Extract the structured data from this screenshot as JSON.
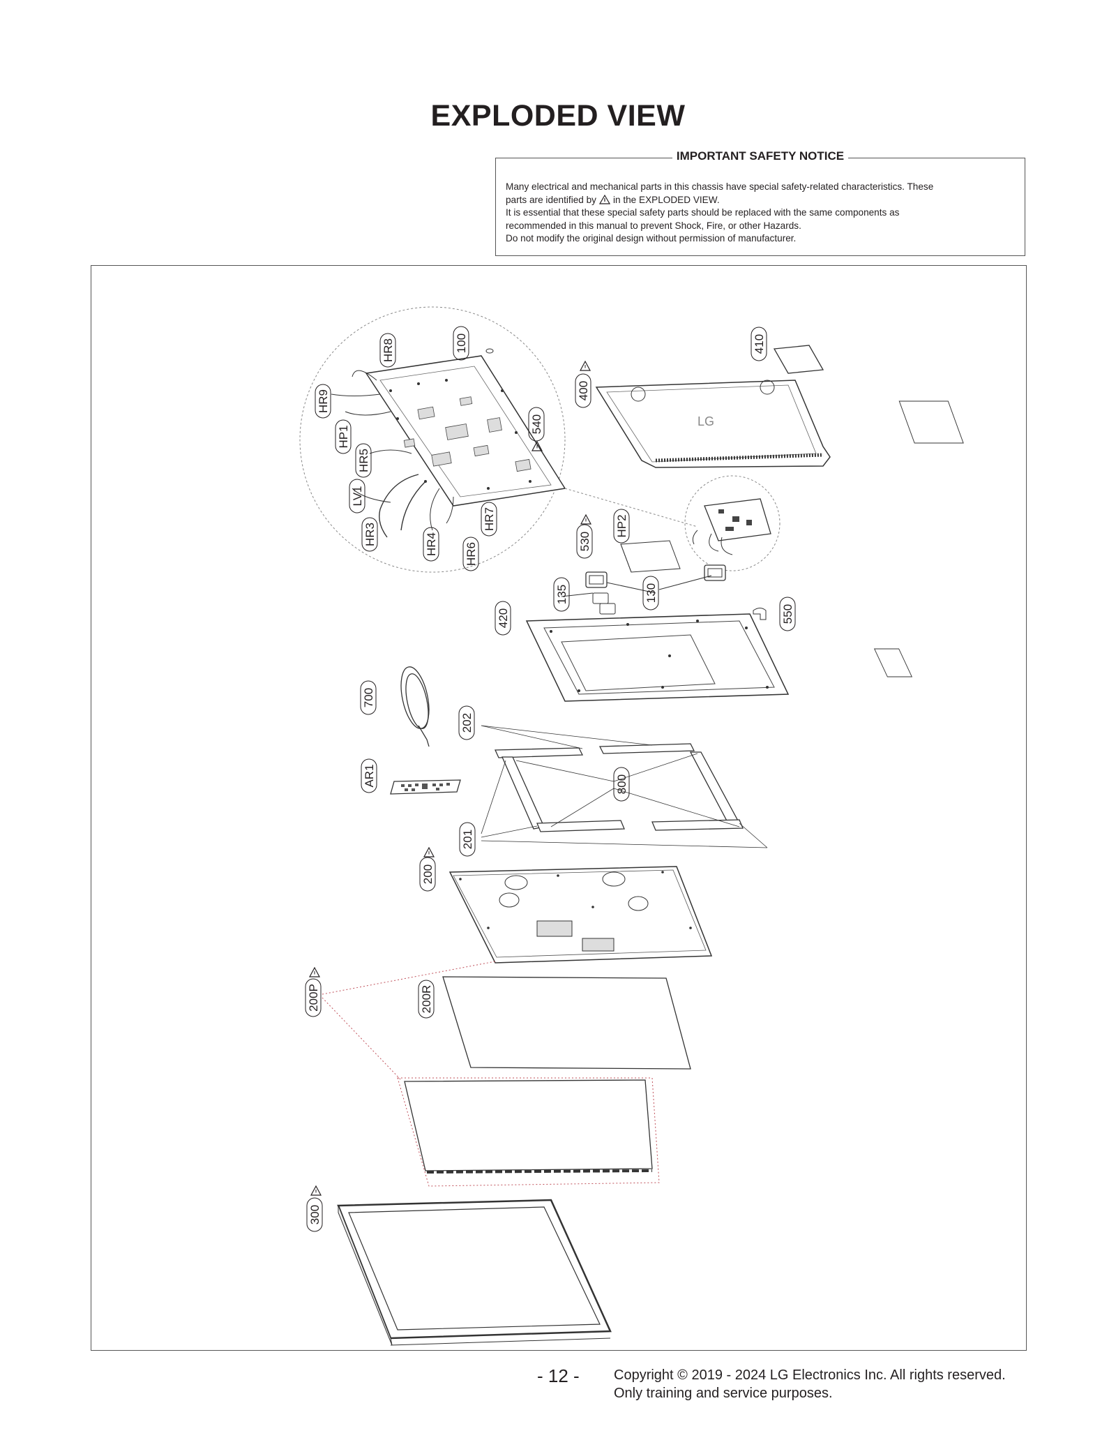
{
  "page": {
    "title": "EXPLODED VIEW",
    "page_number": "- 12 -",
    "copyright": "Copyright © 2019 - 2024 LG Electronics Inc. All rights reserved.",
    "usage": "Only training and service purposes."
  },
  "notice": {
    "title": "IMPORTANT SAFETY NOTICE",
    "line1": "Many electrical and mechanical parts in this chassis have special safety-related characteristics. These",
    "line2_before": "parts are identified by",
    "line2_after": "in the EXPLODED VIEW.",
    "line3": "It is essential that these special safety parts should be replaced with the same components as",
    "line4": "recommended in this manual to prevent Shock, Fire, or other Hazards.",
    "line5": "Do not modify the original design without permission of manufacturer."
  },
  "parts": {
    "hr8": "HR8",
    "p100": "100",
    "p410": "410",
    "hr9": "HR9",
    "p400": "400",
    "p540": "540",
    "hp1": "HP1",
    "hr5": "HR5",
    "lv1": "LV1",
    "hr7": "HR7",
    "hr3": "HR3",
    "hr4": "HR4",
    "hr6": "HR6",
    "p530": "530",
    "hp2": "HP2",
    "p135": "135",
    "p130": "130",
    "p420": "420",
    "p550": "550",
    "p700": "700",
    "p202": "202",
    "ar1": "AR1",
    "p800": "800",
    "p201": "201",
    "p200": "200",
    "p200p": "200P",
    "p200r": "200R",
    "p300": "300",
    "logo": "LG"
  },
  "colors": {
    "text": "#231f20",
    "line": "#3a3a3a",
    "dotted_leader": "#c0505a"
  }
}
